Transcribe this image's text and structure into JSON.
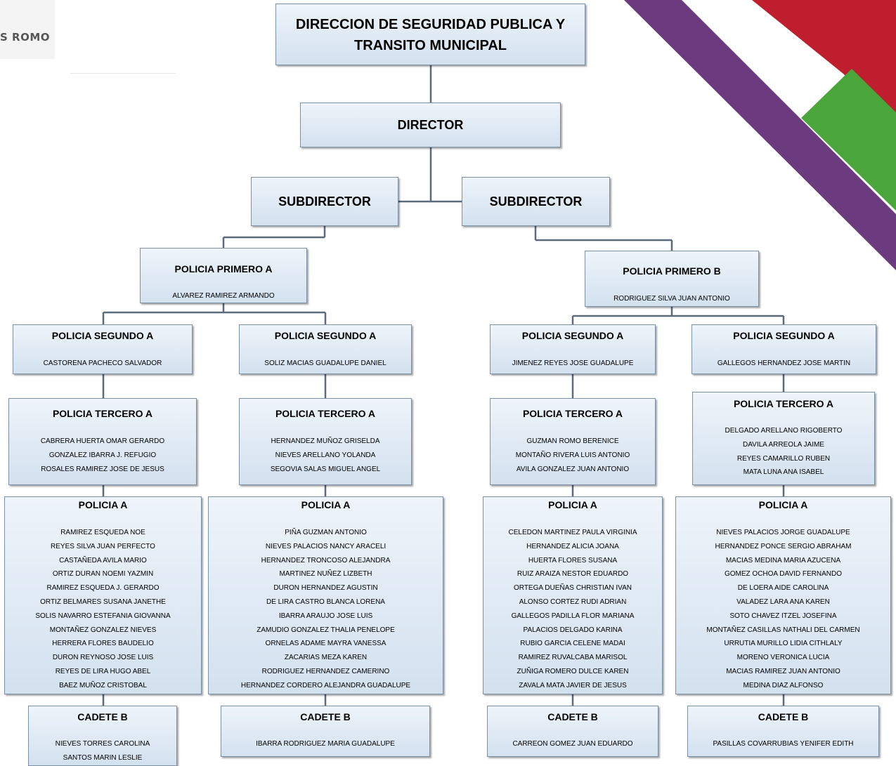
{
  "logo": {
    "text": "S ROMO"
  },
  "colors": {
    "purple": "#6b3a7f",
    "red": "#be1e2d",
    "green": "#4aa53b",
    "box_border": "#7d91a6",
    "connector": "#5b6b7c"
  },
  "header": {
    "title_line1": "DIRECCION DE SEGURIDAD PUBLICA Y",
    "title_line2": "TRANSITO MUNICIPAL"
  },
  "director": {
    "title": "DIRECTOR"
  },
  "subdirectors": [
    {
      "title": "SUBDIRECTOR"
    },
    {
      "title": "SUBDIRECTOR"
    }
  ],
  "primeros": [
    {
      "title": "POLICIA PRIMERO A",
      "name": "ALVAREZ RAMIREZ ARMANDO"
    },
    {
      "title": "POLICIA PRIMERO B",
      "name": "RODRIGUEZ SILVA JUAN ANTONIO"
    }
  ],
  "columns": [
    {
      "segundo": {
        "title": "POLICIA SEGUNDO A",
        "name": "CASTORENA PACHECO SALVADOR"
      },
      "tercero": {
        "title": "POLICIA TERCERO A",
        "names": [
          "CABRERA HUERTA OMAR GERARDO",
          "GONZALEZ IBARRA J. REFUGIO",
          "ROSALES RAMIREZ JOSE DE JESUS"
        ]
      },
      "policia": {
        "title": "POLICIA A",
        "names": [
          "RAMIREZ ESQUEDA NOE",
          "REYES SILVA JUAN PERFECTO",
          "CASTAÑEDA AVILA MARIO",
          "ORTIZ DURAN NOEMI YAZMIN",
          "RAMIREZ ESQUEDA J. GERARDO",
          "ORTIZ BELMARES SUSANA JANETHE",
          "SOLIS NAVARRO ESTEFANIA GIOVANNA",
          "MONTAÑEZ GONZALEZ NIEVES",
          "HERRERA FLORES BAUDELIO",
          "DURON REYNOSO JOSE LUIS",
          "REYES DE LIRA HUGO ABEL",
          "BAEZ MUÑOZ CRISTOBAL"
        ]
      },
      "cadete": {
        "title": "CADETE B",
        "names": [
          "NIEVES TORRES CAROLINA",
          "SANTOS MARIN LESLIE"
        ]
      }
    },
    {
      "segundo": {
        "title": "POLICIA SEGUNDO A",
        "name": "SOLIZ MACIAS GUADALUPE DANIEL"
      },
      "tercero": {
        "title": "POLICIA TERCERO A",
        "names": [
          "HERNANDEZ MUÑOZ GRISELDA",
          "NIEVES ARELLANO YOLANDA",
          "SEGOVIA SALAS MIGUEL ANGEL"
        ]
      },
      "policia": {
        "title": "POLICIA A",
        "names": [
          "PIÑA GUZMAN ANTONIO",
          "NIEVES PALACIOS NANCY ARACELI",
          "HERNANDEZ TRONCOSO ALEJANDRA",
          "MARTINEZ NUÑEZ LIZBETH",
          "DURON HERNANDEZ AGUSTIN",
          "DE LIRA CASTRO BLANCA LORENA",
          "IBARRA ARAUJO JOSE LUIS",
          "ZAMUDIO GONZALEZ THALIA PENELOPE",
          "ORNELAS ADAME MAYRA VANESSA",
          "ZACARIAS MEZA KAREN",
          "RODRIGUEZ HERNANDEZ CAMERINO",
          "HERNANDEZ CORDERO ALEJANDRA GUADALUPE"
        ]
      },
      "cadete": {
        "title": "CADETE B",
        "names": [
          "IBARRA RODRIGUEZ MARIA GUADALUPE"
        ]
      }
    },
    {
      "segundo": {
        "title": "POLICIA SEGUNDO A",
        "name": "JIMENEZ REYES JOSE GUADALUPE"
      },
      "tercero": {
        "title": "POLICIA TERCERO A",
        "names": [
          "GUZMAN ROMO BERENICE",
          "MONTAÑO RIVERA LUIS ANTONIO",
          "AVILA GONZALEZ JUAN ANTONIO"
        ]
      },
      "policia": {
        "title": "POLICIA A",
        "names": [
          "CELEDON MARTINEZ PAULA VIRGINIA",
          "HERNANDEZ  ALICIA JOANA",
          "HUERTA FLORES SUSANA",
          "RUIZ ARAIZA NESTOR EDUARDO",
          "ORTEGA DUEÑAS CHRISTIAN IVAN",
          "ALONSO CORTEZ RUDI ADRIAN",
          "GALLEGOS PADILLA FLOR MARIANA",
          "PALACIOS DELGADO KARINA",
          "RUBIO GARCIA CELENE MADAI",
          "RAMIREZ RUVALCABA MARISOL",
          "ZUÑIGA ROMERO DULCE KAREN",
          "ZAVALA MATA JAVIER DE JESUS"
        ]
      },
      "cadete": {
        "title": "CADETE B",
        "names": [
          "CARREON GOMEZ JUAN EDUARDO"
        ]
      }
    },
    {
      "segundo": {
        "title": "POLICIA SEGUNDO A",
        "name": "GALLEGOS HERNANDEZ JOSE MARTIN"
      },
      "tercero": {
        "title": "POLICIA TERCERO A",
        "names": [
          "DELGADO ARELLANO RIGOBERTO",
          "DAVILA ARREOLA JAIME",
          "REYES CAMARILLO RUBEN",
          "MATA LUNA ANA ISABEL"
        ]
      },
      "policia": {
        "title": "POLICIA A",
        "names": [
          "NIEVES PALACIOS JORGE GUADALUPE",
          "HERNANDEZ PONCE SERGIO ABRAHAM",
          "MACIAS MEDINA MARIA AZUCENA",
          "GOMEZ OCHOA DAVID FERNANDO",
          "DE LOERA  AIDE CAROLINA",
          "VALADEZ LARA ANA KAREN",
          "SOTO CHAVEZ ITZEL JOSEFINA",
          "MONTAÑEZ CASILLAS NATHALI DEL CARMEN",
          "URRUTIA MURILLO LIDIA CITHLALY",
          "MORENO  VERONICA LUCIA",
          "MACIAS RAMIREZ JUAN ANTONIO",
          "MEDINA DIAZ ALFONSO"
        ]
      },
      "cadete": {
        "title": "CADETE B",
        "names": [
          "PASILLAS COVARRUBIAS YENIFER EDITH"
        ]
      }
    }
  ]
}
